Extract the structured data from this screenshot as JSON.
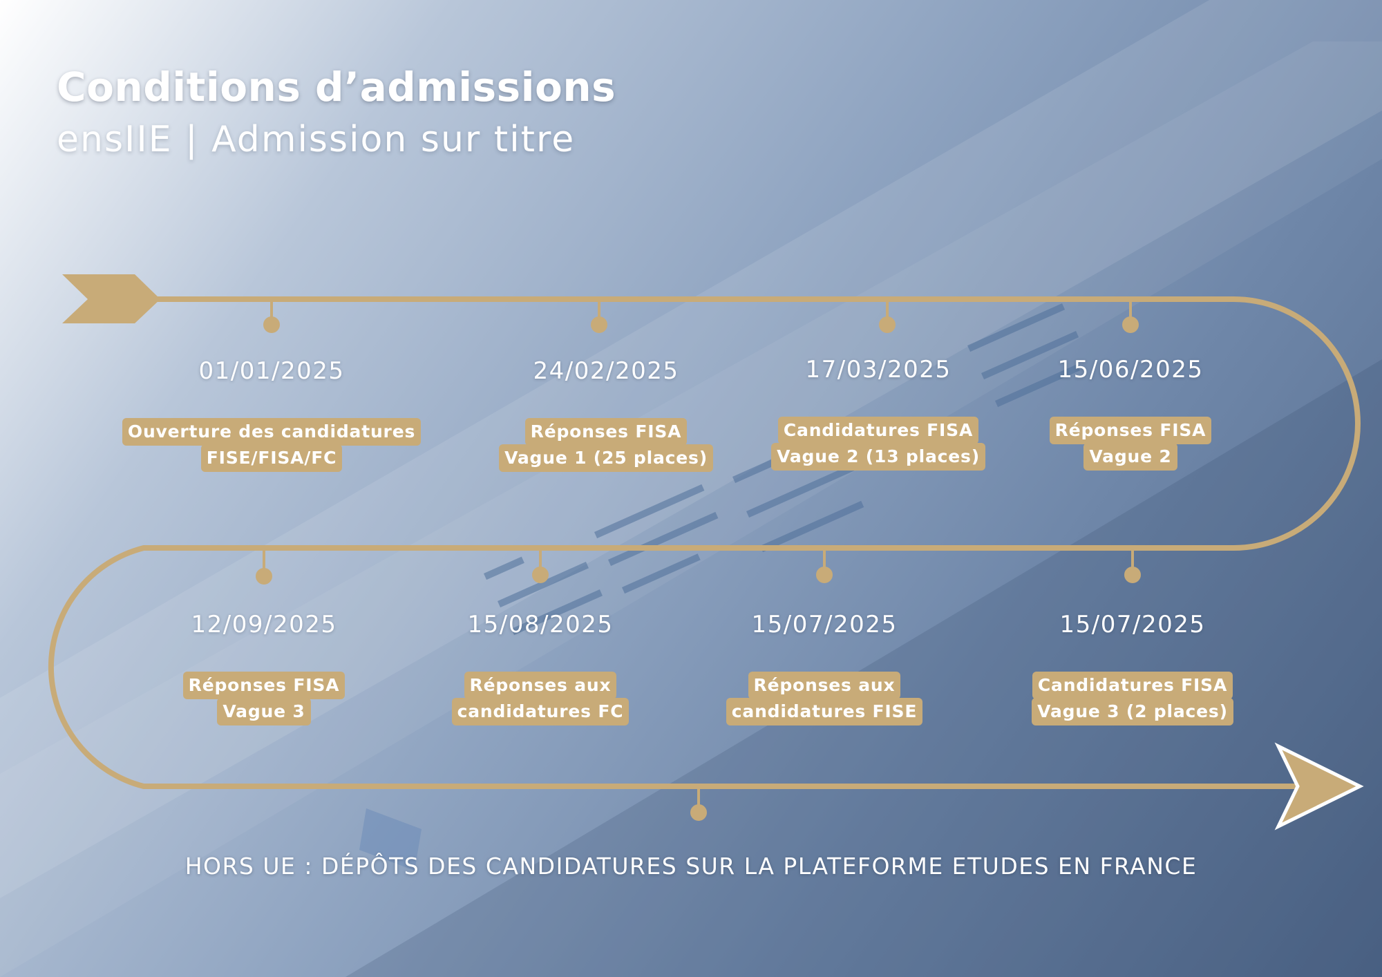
{
  "header": {
    "title": "Conditions d’admissions",
    "subtitle": "ensIIE | Admission sur titre"
  },
  "colors": {
    "timeline_gold": "#c8ab78",
    "text": "#ffffff",
    "background_blue": "#6f87a9"
  },
  "milestones": [
    {
      "date": "01/01/2025",
      "line1": "Ouverture des candidatures",
      "line2": "FISE/FISA/FC"
    },
    {
      "date": "24/02/2025",
      "line1": "Réponses FISA",
      "line2": "Vague 1 (25 places)"
    },
    {
      "date": "17/03/2025",
      "line1": "Candidatures FISA",
      "line2": "Vague 2 (13 places)"
    },
    {
      "date": "15/06/2025",
      "line1": "Réponses FISA",
      "line2": "Vague 2"
    },
    {
      "date": "12/09/2025",
      "line1": "Réponses FISA",
      "line2": "Vague 3"
    },
    {
      "date": "15/08/2025",
      "line1": "Réponses aux",
      "line2": "candidatures FC"
    },
    {
      "date": "15/07/2025",
      "line1": "Réponses aux",
      "line2": "candidatures FISE"
    },
    {
      "date": "15/07/2025",
      "line1": "Candidatures FISA",
      "line2": "Vague 3 (2 places)"
    }
  ],
  "footer": {
    "note": "HORS UE : DÉPÔTS DES CANDIDATURES SUR LA PLATEFORME ETUDES EN FRANCE"
  }
}
